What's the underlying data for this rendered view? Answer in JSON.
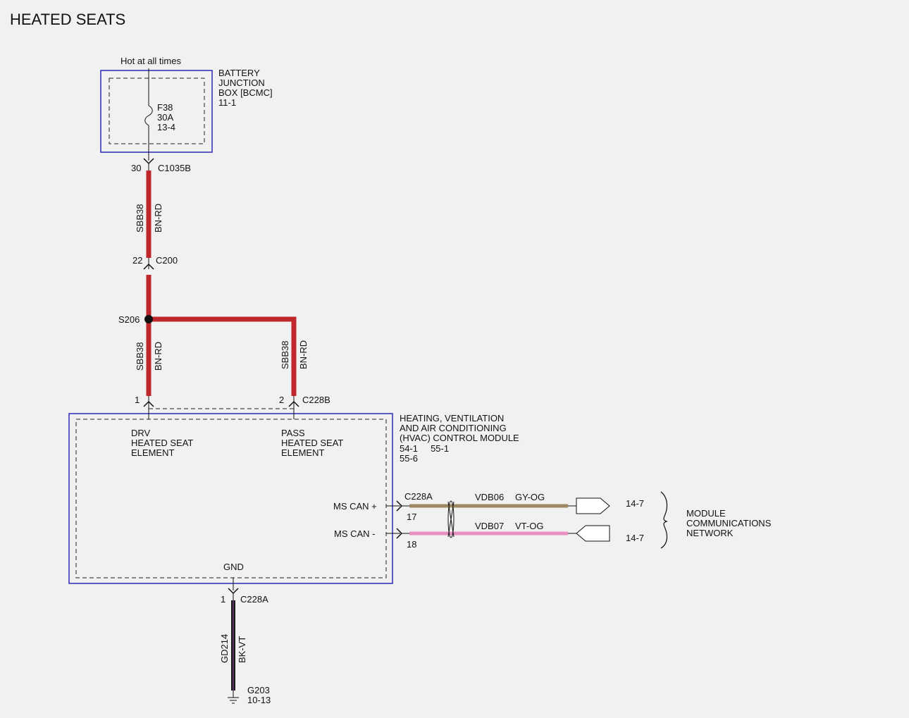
{
  "title": "HEATED SEATS",
  "supply_note": "Hot at all times",
  "battery_box": {
    "name_lines": [
      "BATTERY",
      "JUNCTION",
      "BOX [BCMC]",
      "11-1"
    ],
    "fuse": {
      "id": "F38",
      "rating": "30A",
      "ref": "13-4"
    }
  },
  "connectors": {
    "c1035b": {
      "pin": "30",
      "name": "C1035B"
    },
    "c200": {
      "pin": "22",
      "name": "C200"
    },
    "c228b_drv": {
      "pin": "1"
    },
    "c228b_pass": {
      "pin": "2",
      "name": "C228B"
    },
    "c228a_gnd": {
      "pin": "1",
      "name": "C228A"
    },
    "c228a_can": {
      "name": "C228A",
      "pin_plus": "17",
      "pin_minus": "18"
    }
  },
  "splice": "S206",
  "wires": {
    "main_upper": {
      "circuit": "SBB38",
      "color_code": "BN-RD"
    },
    "main_lower": {
      "circuit": "SBB38",
      "color_code": "BN-RD"
    },
    "pass_branch": {
      "circuit": "SBB38",
      "color_code": "BN-RD"
    },
    "ground": {
      "circuit": "GD214",
      "color_code": "BK-VT"
    },
    "can_plus": {
      "circuit": "VDB06",
      "color_code": "GY-OG"
    },
    "can_minus": {
      "circuit": "VDB07",
      "color_code": "VT-OG"
    }
  },
  "hvac_module": {
    "name_lines": [
      "HEATING, VENTILATION",
      "AND AIR CONDITIONING",
      "(HVAC) CONTROL MODULE",
      "54-1     55-1",
      "55-6"
    ],
    "drv_element": [
      "DRV",
      "HEATED SEAT",
      "ELEMENT"
    ],
    "pass_element": [
      "PASS",
      "HEATED SEAT",
      "ELEMENT"
    ],
    "ms_can_plus": "MS CAN +",
    "ms_can_minus": "MS CAN -",
    "gnd": "GND"
  },
  "network": {
    "ref_plus": "14-7",
    "ref_minus": "14-7",
    "label_lines": [
      "MODULE",
      "COMMUNICATIONS",
      "NETWORK"
    ]
  },
  "ground_point": {
    "name": "G203",
    "ref": "10-13"
  },
  "colors": {
    "power_wire": "#c0272d",
    "ground_wire": "#1a1a1a",
    "can_plus_wire": "#a08862",
    "can_minus_wire": "#e691bf",
    "module_border": "#2b2bb8"
  }
}
